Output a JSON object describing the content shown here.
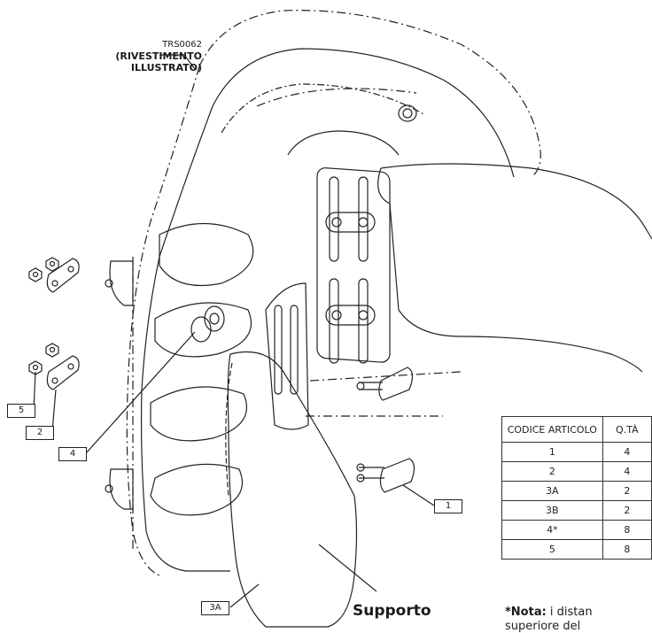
{
  "title_block": {
    "code": "TRS0062",
    "line1": "(RIVESTIMENTO",
    "line2": "ILLUSTRATO)"
  },
  "callouts": {
    "c1": "1",
    "c2": "2",
    "c3a": "3A",
    "c4": "4",
    "c5": "5"
  },
  "parts_table": {
    "headers": [
      "CODICE ARTICOLO",
      "Q.TÀ"
    ],
    "rows": [
      [
        "1",
        "4"
      ],
      [
        "2",
        "4"
      ],
      [
        "3A",
        "2"
      ],
      [
        "3B",
        "2"
      ],
      [
        "4*",
        "8"
      ],
      [
        "5",
        "8"
      ]
    ]
  },
  "supporto_label": "Supporto",
  "note": {
    "label": "*Nota:",
    "text": " i distan",
    "line2": "superiore del"
  }
}
